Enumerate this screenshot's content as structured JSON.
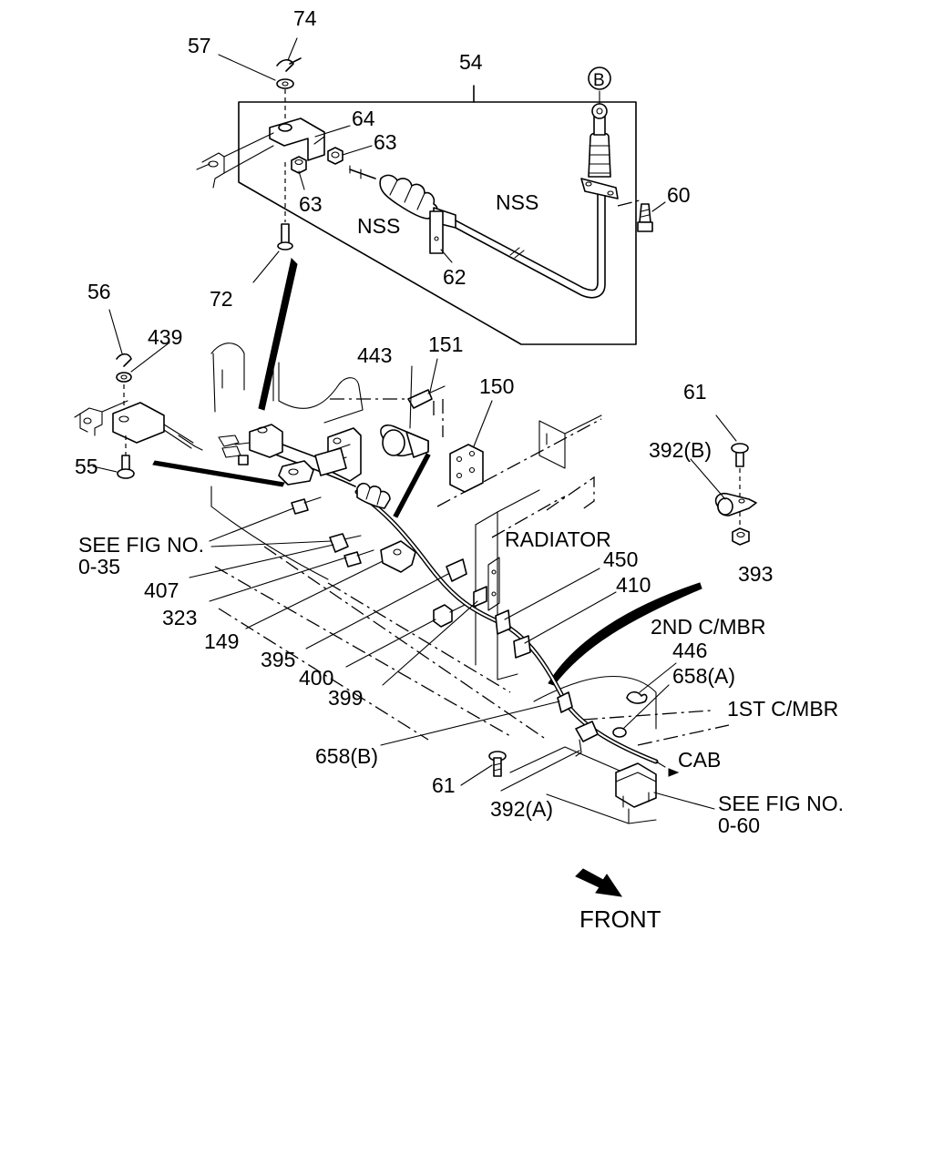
{
  "callouts": {
    "p74": "74",
    "p57": "57",
    "p54": "54",
    "p64": "64",
    "p63a": "63",
    "p63b": "63",
    "nss_left": "NSS",
    "nss_right": "NSS",
    "b_marker": "B",
    "p60": "60",
    "p62": "62",
    "p72": "72",
    "p56": "56",
    "p439": "439",
    "p443": "443",
    "p151": "151",
    "p150": "150",
    "p61a": "61",
    "p392b": "392(B)",
    "p393": "393",
    "p55": "55",
    "see_fig_1": "SEE FIG NO.",
    "see_fig_1_num": "0-35",
    "radiator": "RADIATOR",
    "p450": "450",
    "p410": "410",
    "p407": "407",
    "p323": "323",
    "p149": "149",
    "p395": "395",
    "p400": "400",
    "p399": "399",
    "second_cmbr": "2ND C/MBR",
    "p446": "446",
    "p658a": "658(A)",
    "first_cmbr": "1ST C/MBR",
    "cab": "CAB",
    "p658b": "658(B)",
    "p61b": "61",
    "p392a": "392(A)",
    "see_fig_2": "SEE FIG NO.",
    "see_fig_2_num": "0-60",
    "front": "FRONT"
  }
}
